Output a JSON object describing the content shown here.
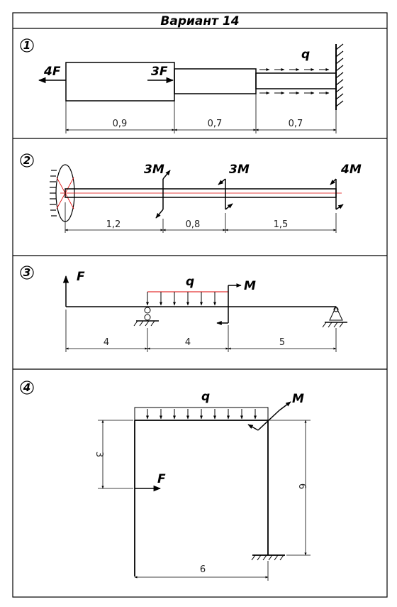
{
  "title": "Вариант  14",
  "problems": [
    {
      "number": "1",
      "labels": {
        "left_force": "4F",
        "mid_force": "3F",
        "dist_load": "q"
      },
      "dimensions": [
        "0,9",
        "0,7",
        "0,7"
      ]
    },
    {
      "number": "2",
      "labels": {
        "moment1": "3M",
        "moment2": "3M",
        "moment3": "4M"
      },
      "dimensions": [
        "1,2",
        "0,8",
        "1,5"
      ]
    },
    {
      "number": "3",
      "labels": {
        "force": "F",
        "dist_load": "q",
        "moment": "M"
      },
      "dimensions": [
        "4",
        "4",
        "5"
      ]
    },
    {
      "number": "4",
      "labels": {
        "dist_load": "q",
        "moment": "M",
        "force": "F"
      },
      "dimensions": {
        "left_height": "3",
        "right_height": "6",
        "width": "6"
      }
    }
  ]
}
